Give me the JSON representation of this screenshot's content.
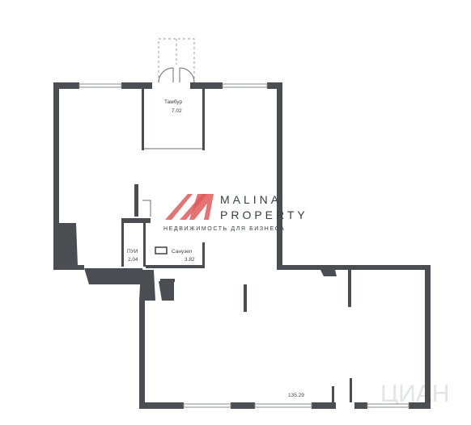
{
  "rooms": [
    {
      "name": "Тамбур",
      "area": "7.02"
    },
    {
      "name": "ПУИ",
      "area": "2.04"
    },
    {
      "name": "Санузел",
      "area": "3.82"
    },
    {
      "name": "",
      "area": "135.29"
    }
  ],
  "logo": {
    "line1": "MALINA",
    "line2": "PROPERTY",
    "tagline": "НЕДВИЖИМОСТЬ ДЛЯ БИЗНЕСА",
    "accent_color": "#e05a5a"
  },
  "watermark": {
    "text": "ЦИАН"
  },
  "colors": {
    "wall": "#4a4d52",
    "background": "#ffffff"
  }
}
